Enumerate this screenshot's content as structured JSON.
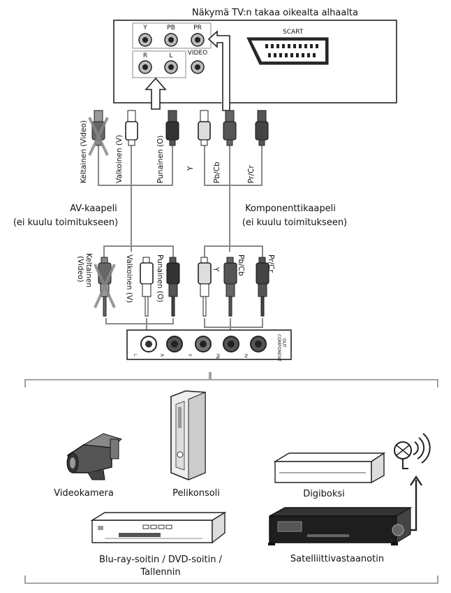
{
  "title": "Näkymä TV:n takaa oikealta alhaalta",
  "tv_panel": {
    "component_labels": [
      "Y",
      "PB",
      "PR"
    ],
    "av_labels": [
      "R",
      "L",
      "VIDEO"
    ],
    "scart_label": "SCART"
  },
  "top_plugs": {
    "av": [
      "Keltainen (Video)",
      "Valkoinen (V)",
      "Punainen (O)"
    ],
    "component": [
      "Y",
      "Pb/Cb",
      "Pr/Cr"
    ]
  },
  "cables": {
    "av": [
      "AV-kaapeli",
      "(ei kuulu toimitukseen)"
    ],
    "component": [
      "Komponenttikaapeli",
      "(ei kuulu toimitukseen)"
    ]
  },
  "bottom_plugs": {
    "av": [
      "Keltainen",
      "(Video)",
      "Valkoinen (V)",
      "Punainen (O)"
    ],
    "component": [
      "Y",
      "Pb/Cb",
      "Pr/Cr"
    ]
  },
  "device_panel": {
    "jack_labels": [
      "L",
      "R",
      "Y",
      "Pb",
      "Pr"
    ],
    "side_label": [
      "COMPONENT",
      "OUT"
    ]
  },
  "devices": {
    "camcorder": "Videokamera",
    "console": "Pelikonsoli",
    "digibox": "Digiboksi",
    "player": [
      "Blu-ray-soitin / DVD-soitin /",
      "Tallennin"
    ],
    "satellite": "Satelliittivastaanotin"
  }
}
